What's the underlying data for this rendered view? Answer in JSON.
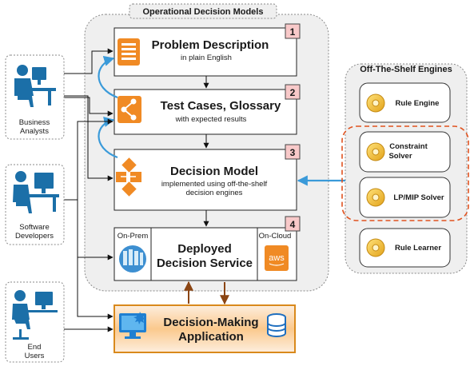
{
  "operational_group": {
    "title": "Operational Decision Models"
  },
  "engines_group": {
    "title": "Off-The-Shelf Engines"
  },
  "steps": [
    {
      "number": "1",
      "title": "Problem Description",
      "subtitle": "in plain English"
    },
    {
      "number": "2",
      "title": "Test Cases, Glossary",
      "subtitle": "with expected results"
    },
    {
      "number": "3",
      "title": "Decision Model",
      "subtitle_line1": "implemented using off-the-shelf",
      "subtitle_line2": "decision engines"
    },
    {
      "number": "4",
      "title_line1": "Deployed",
      "title_line2": "Decision Service",
      "left_label": "On-Prem",
      "right_label": "On-Cloud",
      "cloud_badge": "aws"
    }
  ],
  "application": {
    "title_line1": "Decision-Making",
    "title_line2": "Application"
  },
  "engines": [
    {
      "label": "Rule Engine"
    },
    {
      "label_line1": "Constraint",
      "label_line2": "Solver"
    },
    {
      "label": "LP/MIP Solver"
    },
    {
      "label": "Rule Learner"
    }
  ],
  "actors": [
    {
      "line1": "Business",
      "line2": "Analysts"
    },
    {
      "line1": "Software",
      "line2": "Developers"
    },
    {
      "line1": "End",
      "line2": "Users"
    }
  ],
  "colors": {
    "accent_blue": "#3a9ad9",
    "arrow_brown": "#8b4513",
    "badge_pink": "#f8c9c9",
    "icon_orange": "#f08a24",
    "app_gradient": "#fcd9b0",
    "actor_blue": "#1b6fa8",
    "dashed_red": "#e0521f"
  }
}
